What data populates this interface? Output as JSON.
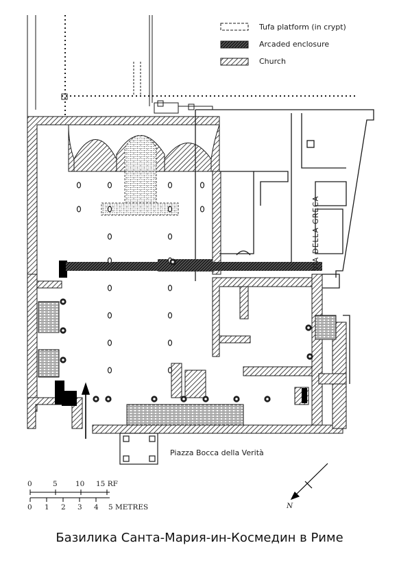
{
  "legend": {
    "items": [
      {
        "label": "Tufa platform (in crypt)",
        "style": "dashed-outline"
      },
      {
        "label": "Arcaded enclosure",
        "style": "dense-hatch"
      },
      {
        "label": "Church",
        "style": "diagonal-hatch"
      }
    ]
  },
  "labels": {
    "piazza": "Piazza Bocca della Verità",
    "street": "VIA DELLA GRECA",
    "north": "N"
  },
  "scale": {
    "rf_ticks": [
      "0",
      "5",
      "10",
      "15 RF"
    ],
    "metre_ticks": [
      "0",
      "1",
      "2",
      "3",
      "4",
      "5 METRES"
    ]
  },
  "caption": "Базилика Санта-Мария-ин-Космедин в Риме",
  "colors": {
    "ink": "#1a1a1a",
    "paper": "#ffffff"
  }
}
